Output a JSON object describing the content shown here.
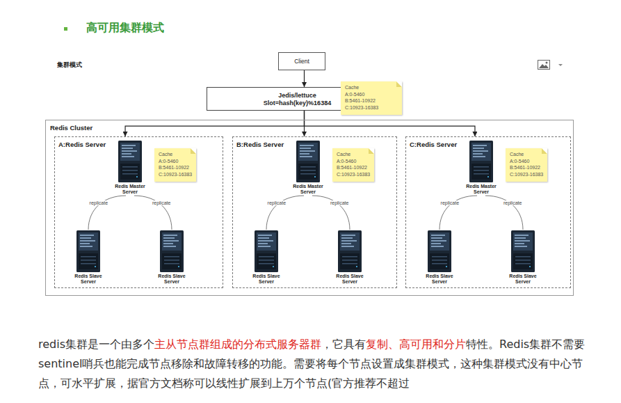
{
  "diagram": {
    "title": "高可用集群模式",
    "nodes": [
      {
        "text": [
          "Client"
        ]
      },
      {
        "text": [
          "Jedis/lettuce",
          "Slot=hash(key)%16384"
        ]
      },
      {
        "text": [
          "Cache",
          "A:0-5460",
          "B:5461-10922",
          "C:10923-16383"
        ]
      },
      {
        "text": [
          "Redis Cluster"
        ]
      },
      {
        "text": [
          "A:Redis Server"
        ],
        "in": 3
      },
      {
        "text": [
          "Redis Master Server"
        ],
        "in": 4
      },
      {
        "text": [
          "Cache",
          "A:0-5460",
          "B:5461-10922",
          "C:10923-16383"
        ],
        "in": 4
      },
      {
        "text": [
          "Redis Slave Server"
        ],
        "in": 4
      },
      {
        "text": [
          "Redis Slave Server"
        ],
        "in": 4
      },
      {
        "text": [
          "B:Redis Server"
        ],
        "in": 3
      },
      {
        "text": [
          "Redis Master Server"
        ],
        "in": 9
      },
      {
        "text": [
          "Cache",
          "A:0-5460",
          "B:5461-10922",
          "C:10923-16383"
        ],
        "in": 9
      },
      {
        "text": [
          "Redis Slave Server"
        ],
        "in": 9
      },
      {
        "text": [
          "Redis Slave Server"
        ],
        "in": 9
      },
      {
        "text": [
          "C:Redis Server"
        ],
        "in": 3
      },
      {
        "text": [
          "Redis Master Server"
        ],
        "in": 14
      },
      {
        "text": [
          "Cache",
          "A:0-5460",
          "B:5461-10922",
          "C:10923-16383"
        ],
        "in": 14
      },
      {
        "text": [
          "Redis Slave Server"
        ],
        "in": 14
      },
      {
        "text": [
          "Redis Slave Server"
        ],
        "in": 14
      }
    ],
    "edges": [
      {
        "from": 0,
        "to": 1,
        "arrow": "to"
      },
      {
        "from": 1,
        "to": 4,
        "arrow": "to"
      },
      {
        "from": 1,
        "to": 9,
        "arrow": "to"
      },
      {
        "from": 1,
        "to": 14,
        "arrow": "to"
      },
      {
        "from": 5,
        "to": 7,
        "label": "replicate",
        "arrow": "none"
      },
      {
        "from": 5,
        "to": 8,
        "label": "replicate",
        "arrow": "none"
      },
      {
        "from": 10,
        "to": 12,
        "label": "replicate",
        "arrow": "none"
      },
      {
        "from": 10,
        "to": 13,
        "label": "replicate",
        "arrow": "none"
      },
      {
        "from": 15,
        "to": 17,
        "label": "replicate",
        "arrow": "none"
      },
      {
        "from": 15,
        "to": 18,
        "label": "replicate",
        "arrow": "none"
      }
    ],
    "labels": [
      "集群模式",
      "redis集群是一个由多个",
      "主从节点群组成的分布式服务器群",
      "，它具有",
      "复制、高可用和分片",
      "特性。Redis集群不需要sentinel哨兵也能完成节点移除和故障转移的功能。需要将每个节点设置成集群模式，这种集群模式没有中心节点，可水平扩展，据官方文档称可以线性扩展到上万个节点(官方推荐不超过"
    ]
  }
}
